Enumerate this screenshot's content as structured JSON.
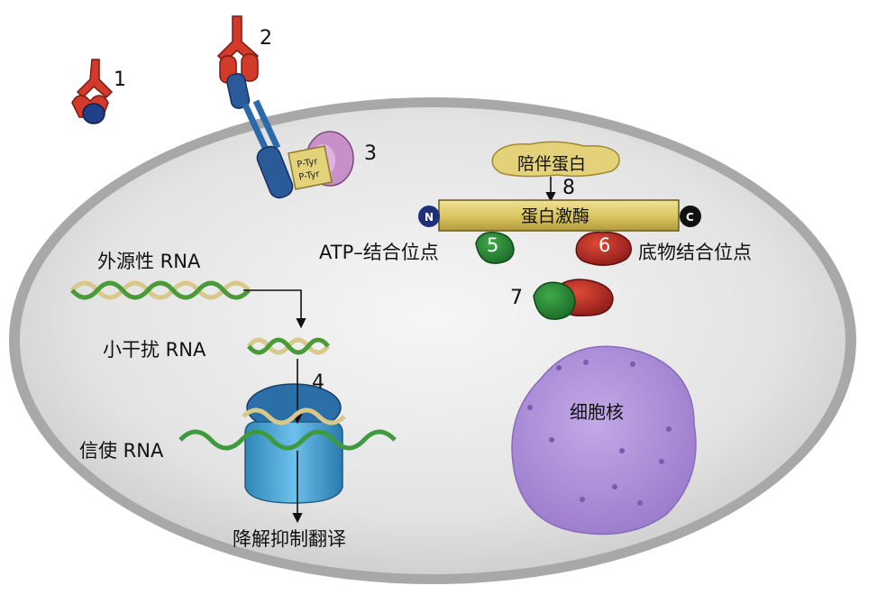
{
  "numbers": {
    "n1": "1",
    "n2": "2",
    "n3": "3",
    "n4": "4",
    "n5": "5",
    "n6": "6",
    "n7": "7",
    "n8": "8"
  },
  "labels": {
    "ptyr_1": "P-Tyr",
    "ptyr_2": "P-Tyr",
    "chaperone": "陪伴蛋白",
    "kinase": "蛋白激酶",
    "n_terminus": "N",
    "c_terminus": "C",
    "atp_site": "ATP–结合位点",
    "substrate_site": "底物结合位点",
    "exogenous_rna": "外源性 RNA",
    "sirna": "小干扰 RNA",
    "mrna": "信使 RNA",
    "outcome": "降解抑制翻译",
    "nucleus": "细胞核"
  },
  "colors": {
    "cell_fill": "#d9d9d9",
    "cell_border": "#9a9a9a",
    "ligand_red": "#d23a2a",
    "receptor_blue": "#2a5a9a",
    "kinase_yellow": "#e3d27a",
    "atp_green": "#2a8a3a",
    "substrate_red": "#b82a2a",
    "nucleus_purple": "#a98ad6",
    "ribosome_blue": "#3f9fcf",
    "rna_green": "#3f9a3f",
    "rna_tan": "#d8c88a",
    "ptyr_pink": "#c890c8"
  }
}
